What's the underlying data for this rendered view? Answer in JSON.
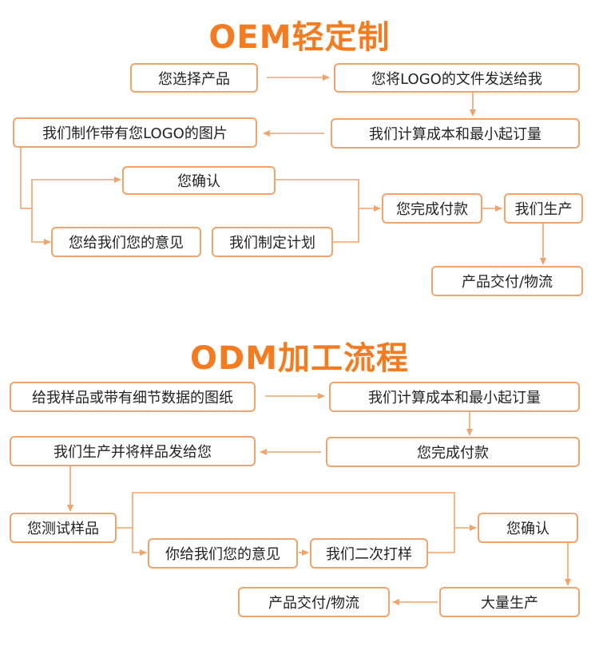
{
  "colors": {
    "accent": "#f47b20",
    "border": "#f0a36a",
    "line": "#f0a36a"
  },
  "oem": {
    "title": "OEM轻定制",
    "steps": {
      "choose_product": "您选择产品",
      "send_logo": "您将LOGO的文件发送给我",
      "calc_cost": "我们计算成本和最小起订量",
      "make_picture": "我们制作带有您LOGO的图片",
      "confirm": "您确认",
      "feedback": "您给我们您的意见",
      "make_plan": "我们制定计划",
      "payment": "您完成付款",
      "produce": "我们生产",
      "delivery": "产品交付/物流"
    }
  },
  "odm": {
    "title": "ODM加工流程",
    "steps": {
      "give_sample": "给我样品或带有细节数据的图纸",
      "calc_cost": "我们计算成本和最小起订量",
      "payment": "您完成付款",
      "make_samples": "我们生产并将样品发给您",
      "test_samples": "您测试样品",
      "feedback": "你给我们您的意见",
      "resample": "我们二次打样",
      "confirm": "您确认",
      "mass_production": "大量生产",
      "delivery": "产品交付/物流"
    }
  }
}
